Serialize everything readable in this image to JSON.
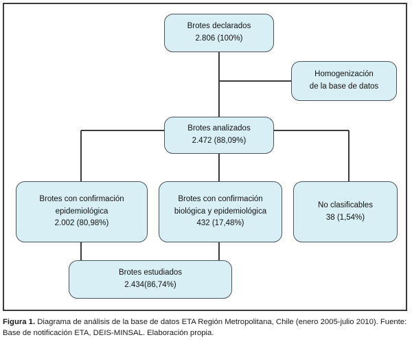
{
  "figure": {
    "caption_label": "Figura 1.",
    "caption_text": " Diagrama de análisis de la base de datos ETA Región Metropolitana, Chile (enero 2005-julio 2010). Fuente: Base de notificación ETA, DEIS-MINSAL. Elaboración propia."
  },
  "colors": {
    "node_fill": "#d9eff6",
    "node_border": "#4a5358",
    "connector": "#3a3a3a",
    "frame": "#3a3a3a",
    "text": "#111111"
  },
  "chart_data": {
    "type": "diagram",
    "title": "Diagrama de análisis de la base de datos ETA Región Metropolitana",
    "nodes": [
      {
        "id": "declarados",
        "label": "Brotes declarados",
        "value": "2.806 (100%)",
        "count": 2806,
        "percent": 100.0
      },
      {
        "id": "homogenizacion",
        "label": "Homogenización",
        "value": "de la base de datos",
        "count": null,
        "percent": null
      },
      {
        "id": "analizados",
        "label": "Brotes analizados",
        "value": "2.472 (88,09%)",
        "count": 2472,
        "percent": 88.09
      },
      {
        "id": "conf_epi",
        "label": "Brotes con confirmación epidemiológica",
        "value": "2.002 (80,98%)",
        "count": 2002,
        "percent": 80.98
      },
      {
        "id": "conf_bio_epi",
        "label": "Brotes con confirmación biológica y epidemiológica",
        "value": "432 (17,48%)",
        "count": 432,
        "percent": 17.48
      },
      {
        "id": "no_clasif",
        "label": "No clasificables",
        "value": "38 (1,54%)",
        "count": 38,
        "percent": 1.54
      },
      {
        "id": "estudiados",
        "label": "Brotes estudiados",
        "value": "2.434(86,74%)",
        "count": 2434,
        "percent": 86.74
      }
    ],
    "edges": [
      {
        "from": "declarados",
        "to": "homogenizacion"
      },
      {
        "from": "declarados",
        "to": "analizados"
      },
      {
        "from": "analizados",
        "to": "conf_epi"
      },
      {
        "from": "analizados",
        "to": "conf_bio_epi"
      },
      {
        "from": "analizados",
        "to": "no_clasif"
      },
      {
        "from": "conf_epi",
        "to": "estudiados"
      },
      {
        "from": "conf_bio_epi",
        "to": "estudiados"
      }
    ]
  },
  "nodes": {
    "declarados": {
      "line1": "Brotes declarados",
      "line2": "2.806 (100%)"
    },
    "homogenizacion": {
      "line1": "Homogenización",
      "line2": "de la base de datos"
    },
    "analizados": {
      "line1": "Brotes analizados",
      "line2": "2.472 (88,09%)"
    },
    "conf_epi": {
      "line1": "Brotes con confirmación",
      "line2": "epidemiológica",
      "line3": "2.002 (80,98%)"
    },
    "conf_bio_epi": {
      "line1": "Brotes con confirmación",
      "line2": "biológica y epidemiológica",
      "line3": "432 (17,48%)"
    },
    "no_clasif": {
      "line1": "No clasificables",
      "line2": "38 (1,54%)"
    },
    "estudiados": {
      "line1": "Brotes estudiados",
      "line2": "2.434(86,74%)"
    }
  }
}
